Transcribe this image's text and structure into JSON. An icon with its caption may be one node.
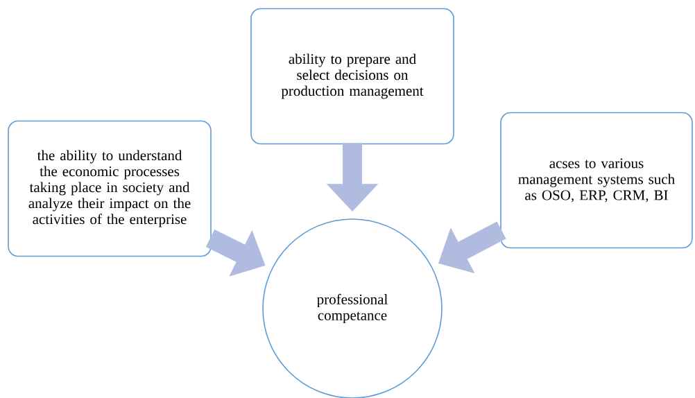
{
  "diagram": {
    "nodes": [
      {
        "text": [
          "the ability to understand the economic processes taking place in society and analyze their impact on the activities of the enterprise"
        ]
      },
      {
        "text": [
          "ability to prepare and select decisions on production management"
        ]
      },
      {
        "text": [
          "acses to various management systems such as OSO, ERP, CRM, BI"
        ]
      },
      {
        "text": [
          "professional competance"
        ]
      }
    ],
    "edges": [
      {
        "from": 0,
        "to": 3,
        "arrow": "to"
      },
      {
        "from": 1,
        "to": 3,
        "arrow": "to"
      },
      {
        "from": 2,
        "to": 3,
        "arrow": "to"
      }
    ]
  }
}
